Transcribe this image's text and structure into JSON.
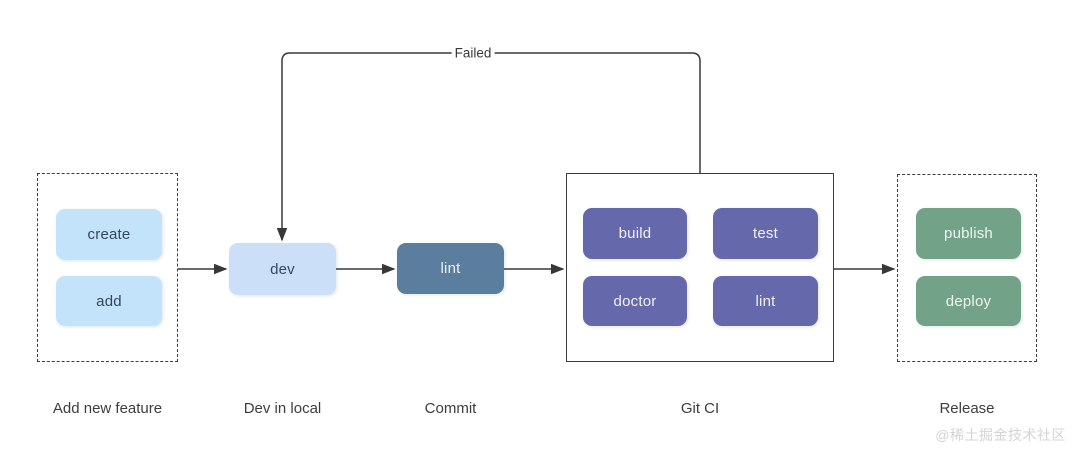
{
  "diagram": {
    "failed_label": "Failed",
    "watermark": "@稀土掘金技术社区",
    "colors": {
      "feature_node_fill": "#c3e3fb",
      "dev_node_fill": "#ccdff8",
      "lint_node_fill": "#5b7e9e",
      "ci_node_fill": "#6569ac",
      "release_node_fill": "#72a288",
      "line": "#3c3c3c",
      "dark_text": "#33475c",
      "light_text": "#f1f1f8"
    },
    "stages": {
      "feature": {
        "caption": "Add new feature",
        "nodes": {
          "create": "create",
          "add": "add"
        }
      },
      "dev": {
        "caption": "Dev in local",
        "node": "dev"
      },
      "commit": {
        "caption": "Commit",
        "node": "lint"
      },
      "ci": {
        "caption": "Git CI",
        "nodes": {
          "build": "build",
          "test": "test",
          "doctor": "doctor",
          "lint": "lint"
        }
      },
      "release": {
        "caption": "Release",
        "nodes": {
          "publish": "publish",
          "deploy": "deploy"
        }
      }
    }
  }
}
